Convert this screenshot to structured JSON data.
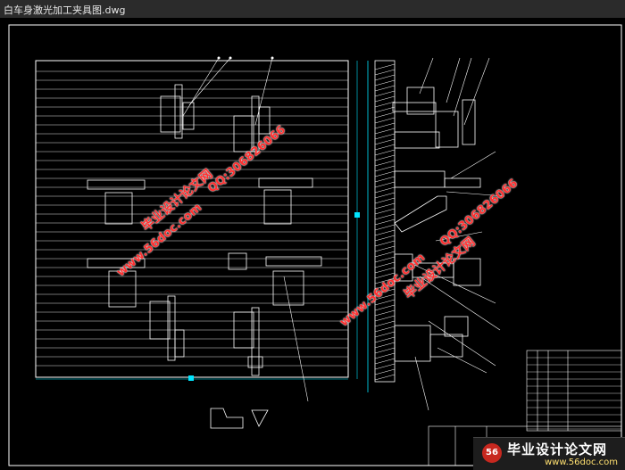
{
  "window": {
    "title": "白车身激光加工夹具图.dwg"
  },
  "watermarks": {
    "site_name": "毕业设计论文网",
    "url": "www.56doc.com",
    "qq": "QQ:306826066"
  },
  "logo": {
    "name": "毕业设计论文网",
    "url": "www.56doc.com",
    "badge": "56"
  },
  "colors": {
    "line": "#ffffff",
    "dim": "#00e5ff",
    "accent": "#ff3030"
  }
}
